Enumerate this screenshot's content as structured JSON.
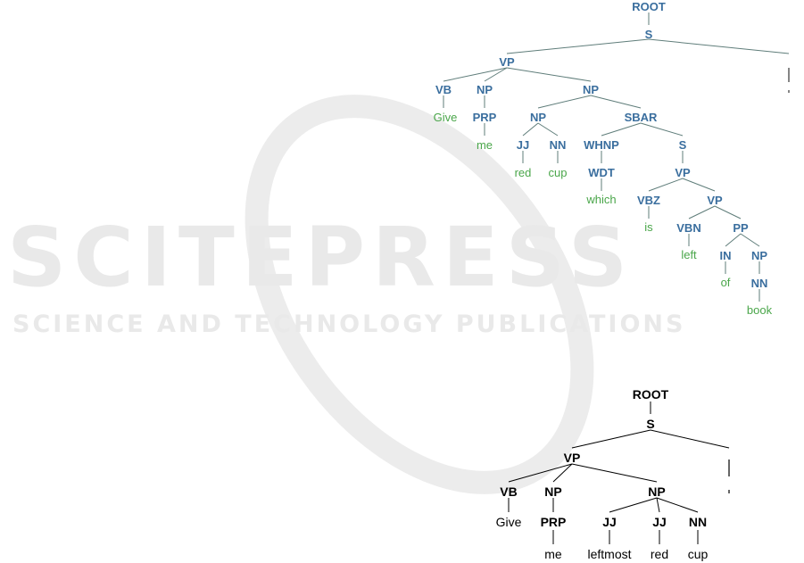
{
  "watermark": {
    "logo_text": "SCITEPRESS",
    "tagline": "SCIENCE AND TECHNOLOGY PUBLICATIONS"
  },
  "parse_tree_top": {
    "nodes": [
      {
        "id": "root",
        "label": "ROOT",
        "kind": "tag"
      },
      {
        "id": "s",
        "label": "S",
        "kind": "tag",
        "parent": "root"
      },
      {
        "id": "vp",
        "label": "VP",
        "kind": "tag",
        "parent": "s"
      },
      {
        "id": "punct",
        "label": "",
        "kind": "tag",
        "parent": "s"
      },
      {
        "id": "vb",
        "label": "VB",
        "kind": "tag",
        "parent": "vp"
      },
      {
        "id": "w_give",
        "label": "Give",
        "kind": "word",
        "parent": "vb"
      },
      {
        "id": "np1",
        "label": "NP",
        "kind": "tag",
        "parent": "vp"
      },
      {
        "id": "prp",
        "label": "PRP",
        "kind": "tag",
        "parent": "np1"
      },
      {
        "id": "w_me",
        "label": "me",
        "kind": "word",
        "parent": "prp"
      },
      {
        "id": "np2",
        "label": "NP",
        "kind": "tag",
        "parent": "vp"
      },
      {
        "id": "np3",
        "label": "NP",
        "kind": "tag",
        "parent": "np2"
      },
      {
        "id": "jj",
        "label": "JJ",
        "kind": "tag",
        "parent": "np3"
      },
      {
        "id": "w_red",
        "label": "red",
        "kind": "word",
        "parent": "jj"
      },
      {
        "id": "nn",
        "label": "NN",
        "kind": "tag",
        "parent": "np3"
      },
      {
        "id": "w_cup",
        "label": "cup",
        "kind": "word",
        "parent": "nn"
      },
      {
        "id": "sbar",
        "label": "SBAR",
        "kind": "tag",
        "parent": "np2"
      },
      {
        "id": "whnp",
        "label": "WHNP",
        "kind": "tag",
        "parent": "sbar"
      },
      {
        "id": "wdt",
        "label": "WDT",
        "kind": "tag",
        "parent": "whnp"
      },
      {
        "id": "w_which",
        "label": "which",
        "kind": "word",
        "parent": "wdt"
      },
      {
        "id": "s2",
        "label": "S",
        "kind": "tag",
        "parent": "sbar"
      },
      {
        "id": "vp2",
        "label": "VP",
        "kind": "tag",
        "parent": "s2"
      },
      {
        "id": "vbz",
        "label": "VBZ",
        "kind": "tag",
        "parent": "vp2"
      },
      {
        "id": "w_is",
        "label": "is",
        "kind": "word",
        "parent": "vbz"
      },
      {
        "id": "vp3",
        "label": "VP",
        "kind": "tag",
        "parent": "vp2"
      },
      {
        "id": "vbn",
        "label": "VBN",
        "kind": "tag",
        "parent": "vp3"
      },
      {
        "id": "w_left",
        "label": "left",
        "kind": "word",
        "parent": "vbn"
      },
      {
        "id": "pp",
        "label": "PP",
        "kind": "tag",
        "parent": "vp3"
      },
      {
        "id": "in",
        "label": "IN",
        "kind": "tag",
        "parent": "pp"
      },
      {
        "id": "w_of",
        "label": "of",
        "kind": "word",
        "parent": "in"
      },
      {
        "id": "np4",
        "label": "NP",
        "kind": "tag",
        "parent": "pp"
      },
      {
        "id": "nn2",
        "label": "NN",
        "kind": "tag",
        "parent": "np4"
      },
      {
        "id": "w_book",
        "label": "book",
        "kind": "word",
        "parent": "nn2"
      }
    ]
  },
  "parse_tree_bottom": {
    "nodes": [
      {
        "id": "root",
        "label": "ROOT",
        "kind": "tag"
      },
      {
        "id": "s",
        "label": "S",
        "kind": "tag",
        "parent": "root"
      },
      {
        "id": "vp",
        "label": "VP",
        "kind": "tag",
        "parent": "s"
      },
      {
        "id": "punct",
        "label": "",
        "kind": "tag",
        "parent": "s"
      },
      {
        "id": "vb",
        "label": "VB",
        "kind": "tag",
        "parent": "vp"
      },
      {
        "id": "w_give",
        "label": "Give",
        "kind": "word",
        "parent": "vb"
      },
      {
        "id": "np1",
        "label": "NP",
        "kind": "tag",
        "parent": "vp"
      },
      {
        "id": "prp",
        "label": "PRP",
        "kind": "tag",
        "parent": "np1"
      },
      {
        "id": "w_me",
        "label": "me",
        "kind": "word",
        "parent": "prp"
      },
      {
        "id": "np2",
        "label": "NP",
        "kind": "tag",
        "parent": "vp"
      },
      {
        "id": "jj1",
        "label": "JJ",
        "kind": "tag",
        "parent": "np2"
      },
      {
        "id": "w_leftmost",
        "label": "leftmost",
        "kind": "word",
        "parent": "jj1"
      },
      {
        "id": "jj2",
        "label": "JJ",
        "kind": "tag",
        "parent": "np2"
      },
      {
        "id": "w_red",
        "label": "red",
        "kind": "word",
        "parent": "jj2"
      },
      {
        "id": "nn",
        "label": "NN",
        "kind": "tag",
        "parent": "np2"
      },
      {
        "id": "w_cup",
        "label": "cup",
        "kind": "word",
        "parent": "nn"
      }
    ]
  },
  "colors": {
    "top_tag": "#3a6e9e",
    "top_word": "#4aa64a",
    "top_edge": "#5f7d7a",
    "bottom_ink": "#000000",
    "watermark": "#e9e9e9"
  }
}
